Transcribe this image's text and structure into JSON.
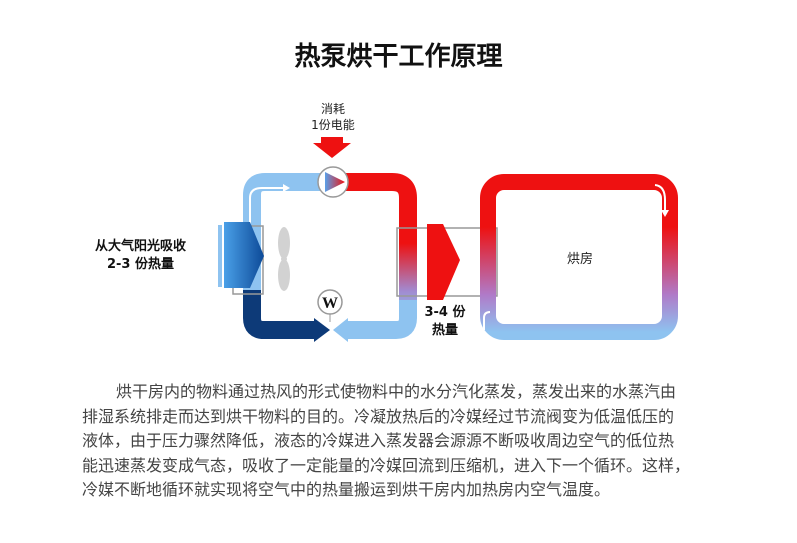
{
  "title": "热泵烘干工作原理",
  "diagram": {
    "energy_in": [
      "消耗",
      "1份电能"
    ],
    "heat_absorbed": [
      "从大气阳光吸收",
      "2-3 份热量"
    ],
    "heat_out": [
      "3-4 份",
      "热量"
    ],
    "room": "烘房",
    "valve_symbol": "W",
    "colors": {
      "hot": "#ee1111",
      "cold_light": "#8ec3f0",
      "cold_dark": "#0d3a78"
    }
  },
  "paragraph": [
    "烘干房内的物料通过热风的形式使物料中的水分汽化蒸发，蒸发出来的水蒸汽由",
    "排湿系统排走而达到烘干物料的目的。冷凝放热后的冷媒经过节流阀变为低温低压的",
    "液体，由于压力骤然降低，液态的冷媒进入蒸发器会源源不断吸收周边空气的低位热",
    "能迅速蒸发变成气态，吸收了一定能量的冷媒回流到压缩机，进入下一个循环。这样，",
    "冷媒不断地循环就实现将空气中的热量搬运到烘干房内加热房内空气温度。"
  ]
}
